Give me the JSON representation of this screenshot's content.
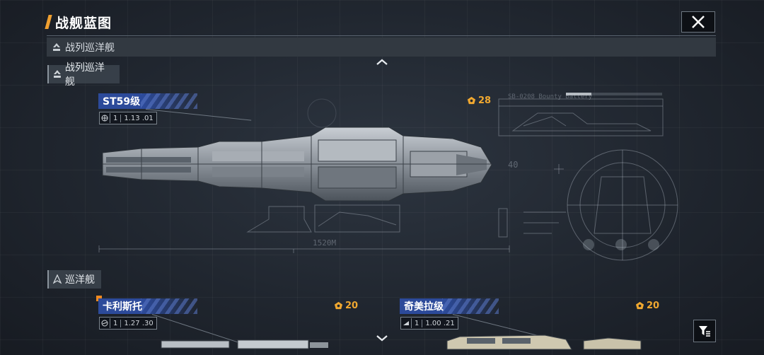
{
  "header": {
    "title": "战舰蓝图"
  },
  "category_bar": {
    "label": "战列巡洋舰"
  },
  "sections": [
    {
      "label": "战列巡洋舰"
    },
    {
      "label": "巡洋舰"
    }
  ],
  "ships": [
    {
      "name": "ST59级",
      "level": "1",
      "version": "1.13 .01",
      "cost": "28"
    },
    {
      "name": "卡利斯托",
      "level": "1",
      "version": "1.27 .30",
      "cost": "20"
    },
    {
      "name": "奇美拉级",
      "level": "1",
      "version": "1.00 .21",
      "cost": "20"
    }
  ],
  "blueprint": {
    "length_label": "1520M",
    "spec_label": "SB-0208 Bounty Battery",
    "scale_value": "40"
  },
  "icons": {
    "close": "close-icon",
    "filter": "filter-icon",
    "rank": "rank-chevron-icon",
    "coin": "cost-coin-icon",
    "globe": "globe-icon"
  },
  "colors": {
    "accent": "#f0a030",
    "banner": "#2c4a9a",
    "cost": "#f0a830"
  }
}
